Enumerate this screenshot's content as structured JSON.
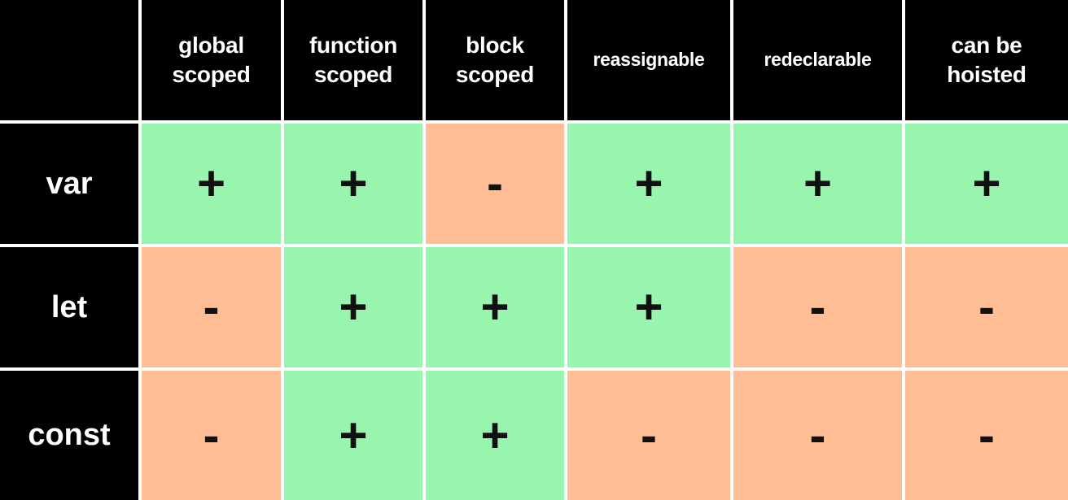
{
  "chart_data": {
    "type": "table",
    "columns": [
      "",
      "global scoped",
      "function scoped",
      "block scoped",
      "reassignable",
      "redeclarable",
      "can be hoisted"
    ],
    "rows": [
      [
        "var",
        "+",
        "+",
        "-",
        "+",
        "+",
        "+"
      ],
      [
        "let",
        "-",
        "+",
        "+",
        "+",
        "-",
        "-"
      ],
      [
        "const",
        "-",
        "+",
        "+",
        "-",
        "-",
        "-"
      ]
    ],
    "cell_colors": [
      [
        "black",
        "green",
        "green",
        "orange",
        "green",
        "green",
        "green"
      ],
      [
        "black",
        "orange",
        "green",
        "green",
        "green",
        "orange",
        "orange"
      ],
      [
        "black",
        "orange",
        "green",
        "green",
        "orange",
        "orange",
        "orange"
      ]
    ],
    "legend_position": "none",
    "grid": "white separator lines between all cells"
  },
  "colors": {
    "positive_cell": "#97f5ad",
    "negative_cell": "#ffbe96",
    "header_bg": "#000000",
    "header_text": "#ffffff",
    "symbol": "#111111",
    "grid_line": "#ffffff"
  }
}
